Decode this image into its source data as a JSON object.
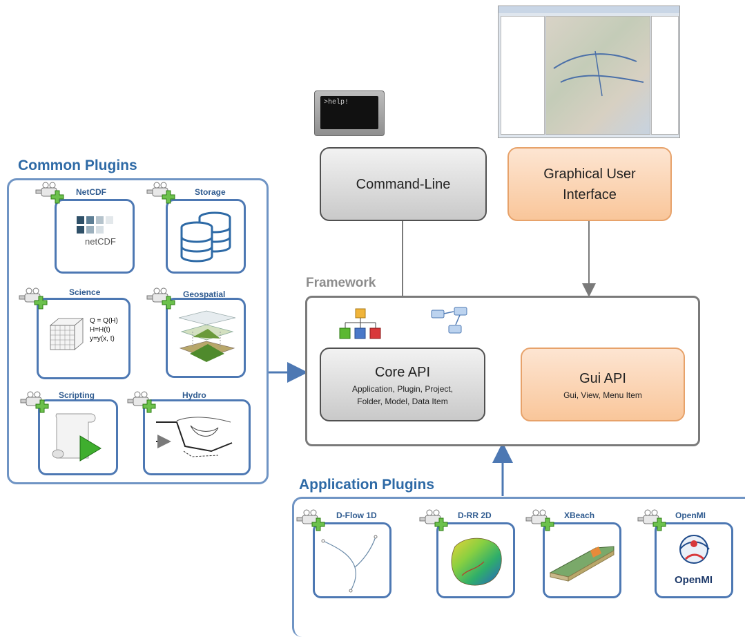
{
  "framework": {
    "title": "Framework",
    "core_api": {
      "title": "Core API",
      "subtitle_line1": "Application, Plugin, Project,",
      "subtitle_line2": "Folder, Model, Data Item"
    },
    "gui_api": {
      "title": "Gui API",
      "subtitle": "Gui, View, Menu Item"
    }
  },
  "command_line": {
    "label": "Command-Line",
    "terminal_text": ">help!"
  },
  "gui": {
    "label_line1": "Graphical User",
    "label_line2": "Interface"
  },
  "common_plugins": {
    "title": "Common Plugins",
    "items": [
      {
        "label": "NetCDF",
        "logo_text": "netCDF"
      },
      {
        "label": "Storage"
      },
      {
        "label": "Science",
        "eq1": "Q = Q(H)",
        "eq2": "H=H(t)",
        "eq3": "y=y(x, t)"
      },
      {
        "label": "Geospatial"
      },
      {
        "label": "Scripting"
      },
      {
        "label": "Hydro"
      }
    ]
  },
  "application_plugins": {
    "title": "Application Plugins",
    "items": [
      {
        "label": "D-Flow 1D"
      },
      {
        "label": "D-RR 2D"
      },
      {
        "label": "XBeach"
      },
      {
        "label": "OpenMI",
        "logo_text": "OpenMI"
      }
    ]
  },
  "colors": {
    "accent_blue": "#2e6aa6",
    "orange": "#f9c69a",
    "gray": "#c9c9c9"
  }
}
